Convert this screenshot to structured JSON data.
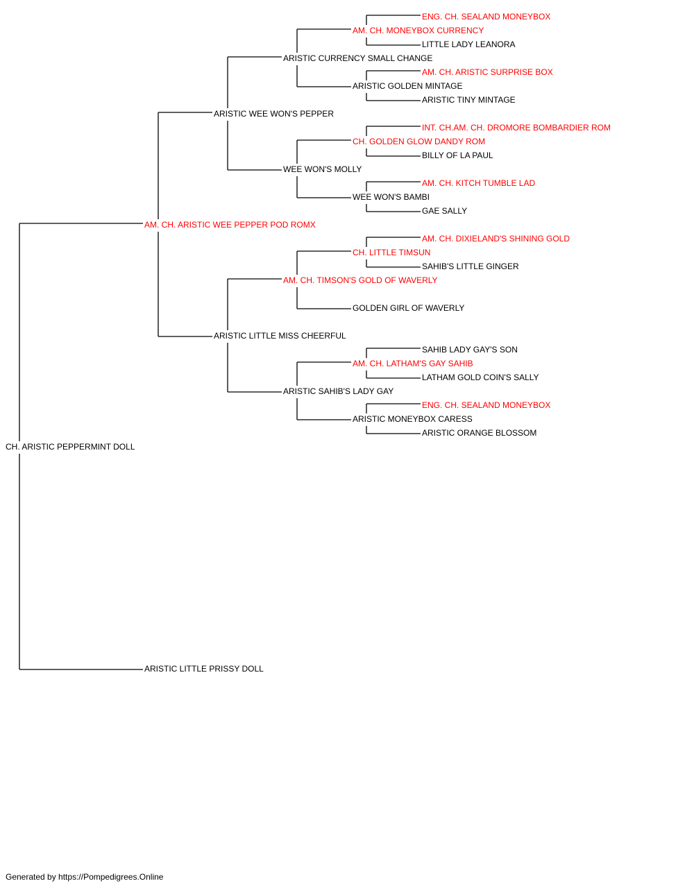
{
  "colors": {
    "champion": "#ff0000",
    "normal": "#000000",
    "line": "#000000"
  },
  "pedigree": {
    "subject": {
      "name": "CH. ARISTIC PEPPERMINT DOLL",
      "champion": false
    },
    "sire": {
      "name": "AM. CH. ARISTIC WEE PEPPER POD ROMX",
      "champion": true
    },
    "dam": {
      "name": "ARISTIC LITTLE PRISSY DOLL",
      "champion": false
    },
    "sire_sire": {
      "name": "ARISTIC WEE WON'S PEPPER",
      "champion": false
    },
    "sire_dam": {
      "name": "ARISTIC LITTLE MISS CHEERFUL",
      "champion": false
    },
    "sss": {
      "name": "ARISTIC CURRENCY SMALL CHANGE",
      "champion": false
    },
    "ssd": {
      "name": "WEE WON'S MOLLY",
      "champion": false
    },
    "sds": {
      "name": "AM. CH. TIMSON'S GOLD OF WAVERLY",
      "champion": true
    },
    "sdd": {
      "name": "ARISTIC SAHIB'S LADY GAY",
      "champion": false
    },
    "ssss": {
      "name": "AM. CH. MONEYBOX CURRENCY",
      "champion": true
    },
    "sssd": {
      "name": "ARISTIC GOLDEN MINTAGE",
      "champion": false
    },
    "ssds": {
      "name": "CH. GOLDEN GLOW DANDY ROM",
      "champion": true
    },
    "ssdd": {
      "name": "WEE WON'S BAMBI",
      "champion": false
    },
    "sdss": {
      "name": "CH. LITTLE TIMSUN",
      "champion": true
    },
    "sdsd": {
      "name": "GOLDEN GIRL OF WAVERLY",
      "champion": false
    },
    "sdds": {
      "name": "AM. CH. LATHAM'S GAY SAHIB",
      "champion": true
    },
    "sddd": {
      "name": "ARISTIC MONEYBOX CARESS",
      "champion": false
    },
    "sssss": {
      "name": "ENG. CH. SEALAND MONEYBOX",
      "champion": true
    },
    "ssssd": {
      "name": "LITTLE LADY LEANORA",
      "champion": false
    },
    "sssds": {
      "name": "AM. CH. ARISTIC SURPRISE BOX",
      "champion": true
    },
    "sssdd": {
      "name": "ARISTIC TINY MINTAGE",
      "champion": false
    },
    "ssdss": {
      "name": "INT. CH.AM. CH. DROMORE BOMBARDIER ROM",
      "champion": true
    },
    "ssdsd": {
      "name": "BILLY OF LA PAUL",
      "champion": false
    },
    "ssdds": {
      "name": "AM. CH. KITCH TUMBLE LAD",
      "champion": true
    },
    "ssddd": {
      "name": "GAE SALLY",
      "champion": false
    },
    "sdsss": {
      "name": "AM. CH. DIXIELAND'S SHINING GOLD",
      "champion": true
    },
    "sdssd": {
      "name": "SAHIB'S LITTLE GINGER",
      "champion": false
    },
    "sddss": {
      "name": "SAHIB LADY GAY'S SON",
      "champion": false
    },
    "sddsd": {
      "name": "LATHAM GOLD COIN'S SALLY",
      "champion": false
    },
    "sddds": {
      "name": "ENG. CH. SEALAND MONEYBOX",
      "champion": true
    },
    "sdddd": {
      "name": "ARISTIC ORANGE BLOSSOM",
      "champion": false
    }
  },
  "footer": "Generated by https://Pompedigrees.Online"
}
